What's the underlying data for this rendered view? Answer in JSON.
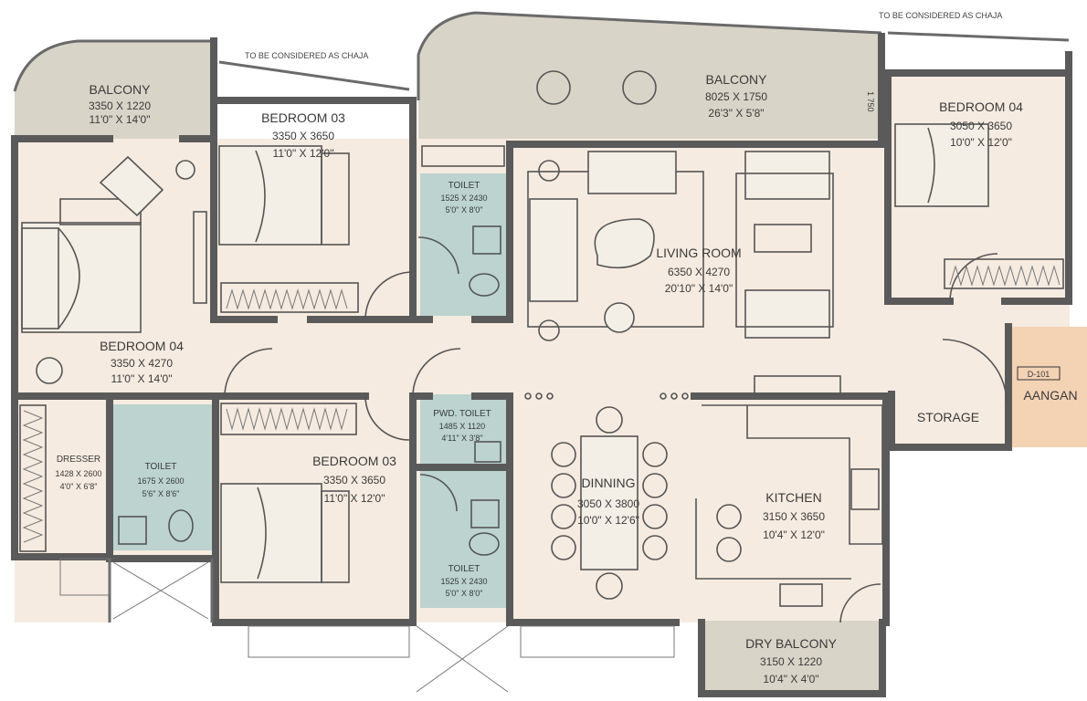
{
  "notes": {
    "chaja_left": "TO BE CONSIDERED AS CHAJA",
    "chaja_right": "TO BE CONSIDERED AS CHAJA",
    "balcony_side_dim": "1 750"
  },
  "rooms": {
    "balcony_left": {
      "name": "BALCONY",
      "dim_mm": "3350 X 1220",
      "dim_ft": "11'0\" X 14'0\""
    },
    "balcony_main": {
      "name": "BALCONY",
      "dim_mm": "8025 X 1750",
      "dim_ft": "26'3\" X 5'8\""
    },
    "bedroom_03_top": {
      "name": "BEDROOM 03",
      "dim_mm": "3350 X 3650",
      "dim_ft": "11'0\" X 12'0\""
    },
    "bedroom_04_right": {
      "name": "BEDROOM 04",
      "dim_mm": "3050 X 3650",
      "dim_ft": "10'0\" X 12'0\""
    },
    "toilet_top": {
      "name": "TOILET",
      "dim_mm": "1525 X 2430",
      "dim_ft": "5'0\" X 8'0\""
    },
    "living_room": {
      "name": "LIVING ROOM",
      "dim_mm": "6350 X 4270",
      "dim_ft": "20'10\" X 14'0\""
    },
    "bedroom_04_left": {
      "name": "BEDROOM 04",
      "dim_mm": "3350 X 4270",
      "dim_ft": "11'0\" X 14'0\""
    },
    "pwd_toilet": {
      "name": "PWD. TOILET",
      "dim_mm": "1485 X 1120",
      "dim_ft": "4'11\" X 3'8\""
    },
    "storage": {
      "name": "STORAGE"
    },
    "aangan": {
      "name": "AANGAN",
      "tag": "D-101"
    },
    "dresser": {
      "name": "DRESSER",
      "dim_mm": "1428 X 2600",
      "dim_ft": "4'0\" X 6'8\""
    },
    "toilet_left": {
      "name": "TOILET",
      "dim_mm": "1675 X 2600",
      "dim_ft": "5'6\" X 8'6\""
    },
    "bedroom_03_bottom": {
      "name": "BEDROOM 03",
      "dim_mm": "3350 X 3650",
      "dim_ft": "11'0\" X 12'0\""
    },
    "dinning": {
      "name": "DINNING",
      "dim_mm": "3050 X 3800",
      "dim_ft": "10'0\" X 12'6\""
    },
    "kitchen": {
      "name": "KITCHEN",
      "dim_mm": "3150 X 3650",
      "dim_ft": "10'4\" X 12'0\""
    },
    "toilet_bottom": {
      "name": "TOILET",
      "dim_mm": "1525 X 2430",
      "dim_ft": "5'0\" X 8'0\""
    },
    "dry_balcony": {
      "name": "DRY BALCONY",
      "dim_mm": "3150 X 1220",
      "dim_ft": "10'4\" X 4'0\""
    }
  },
  "colors": {
    "floor": "#f6ebe0",
    "balcony": "#d9d4c8",
    "toilet": "#bcd3cf",
    "aangan": "#f4d2b4",
    "wall": "#5a5a5a"
  }
}
